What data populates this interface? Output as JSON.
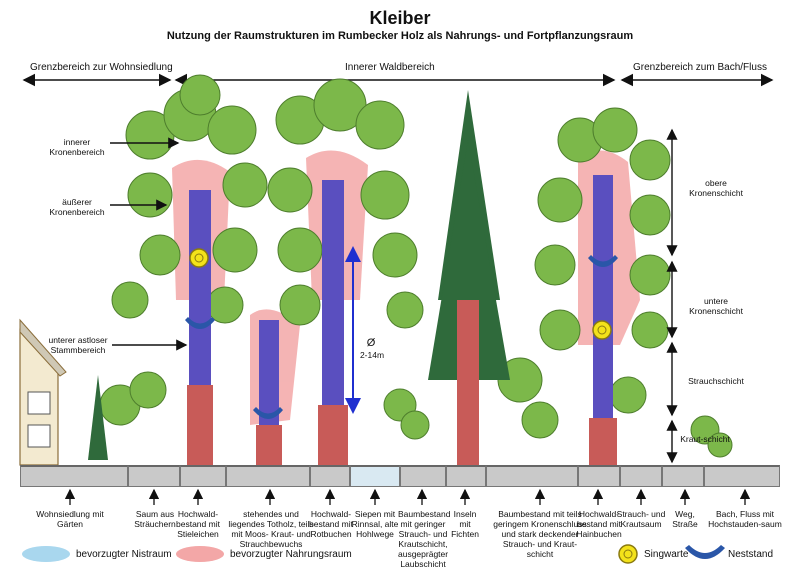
{
  "title": "Kleiber",
  "subtitle": "Nutzung der Raumstrukturen im Rumbecker Holz als Nahrungs- und Fortpflanzungsraum",
  "zones": {
    "left": "Grenzbereich zur Wohnsiedlung",
    "middle": "Innerer Waldbereich",
    "right": "Grenzbereich zum Bach/Fluss"
  },
  "tree_labels": {
    "inner_crown": "innerer Kronenbereich",
    "outer_crown": "äußerer Kronenbereich",
    "lower_trunk": "unterer astloser Stammbereich"
  },
  "layers": {
    "upper_crown": "obere Kronenschicht",
    "lower_crown": "untere Kronenschicht",
    "shrub": "Strauchschicht",
    "herb": "Kraut-schicht"
  },
  "diameter": {
    "symbol": "Ø",
    "range": "2-14m"
  },
  "bottom_labels": [
    "Wohnsiedlung mit Gärten",
    "Saum aus Sträuchern",
    "Hochwald-bestand mit Stieleichen",
    "stehendes und liegendes Totholz, teils mit Moos- Kraut- und Strauchbewuchs",
    "Hochwald-bestand mit Rotbuchen",
    "Siepen mit Rinnsal, alte Hohlwege",
    "Baumbestand mit geringer Strauch- und Krautschicht, ausgeprägter Laubschicht",
    "Inseln mit Fichten",
    "Baumbestand mit teils geringem Kronenschluss und stark deckender Strauch- und Kraut-schicht",
    "Hochwald-bestand mit Hainbuchen",
    "Strauch- und Krautsaum",
    "Weg, Straße",
    "Bach, Fluss mit Hochstauden-saum"
  ],
  "legend": {
    "nest_area": "bevorzugter Nistraum",
    "food_area": "bevorzugter Nahrungsraum",
    "song_post": "Singwarte",
    "nest_site": "Neststand"
  },
  "colors": {
    "nest_area": "#a9d7ee",
    "food_area": "#f3a7a7",
    "song_post": "#f3e21a",
    "nest_site": "#2a56a8",
    "trunk_blue": "#5a4fbf",
    "trunk_red": "#c85b58",
    "foliage": "#7cb84a",
    "spruce": "#2f6a3b"
  }
}
